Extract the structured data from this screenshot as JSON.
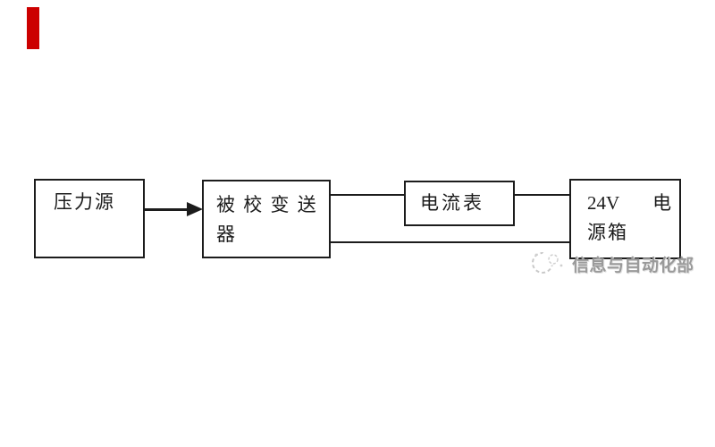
{
  "colors": {
    "background": "#ffffff",
    "line": "#1c1c1c",
    "red_marker": "#cc0000",
    "watermark_text_gray": "#9a9a9a",
    "watermark_logo_gray": "#c9c9c9"
  },
  "diagram": {
    "nodes": [
      {
        "id": "pressure-source",
        "label": "压力源"
      },
      {
        "id": "calibrated-transmitter",
        "label_line1": "被 校 变 送",
        "label_line2": "器"
      },
      {
        "id": "ammeter",
        "label": "电流表"
      },
      {
        "id": "power-supply-box",
        "label_line1_left": "24V",
        "label_line1_right": "电",
        "label_line2": "源箱"
      }
    ],
    "connections": [
      {
        "from": "pressure-source",
        "to": "calibrated-transmitter",
        "style": "arrow"
      },
      {
        "from": "calibrated-transmitter",
        "to": "ammeter",
        "style": "line"
      },
      {
        "from": "ammeter",
        "to": "power-supply-box",
        "style": "line"
      },
      {
        "from": "calibrated-transmitter",
        "to": "power-supply-box",
        "style": "line"
      }
    ]
  },
  "watermark": {
    "logo": "crescent-moon-icon",
    "text": "信息与自动化部"
  }
}
